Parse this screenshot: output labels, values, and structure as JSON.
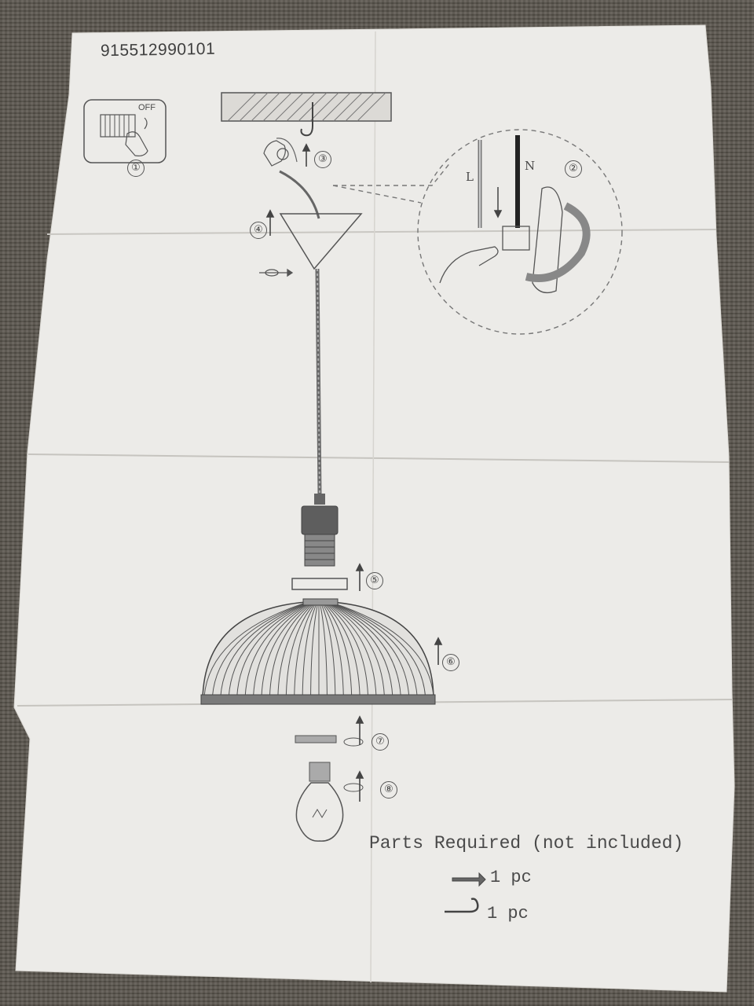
{
  "document": {
    "code": "915512990101",
    "off_label": "OFF",
    "wire_L": "L",
    "wire_N": "N"
  },
  "steps": [
    "①",
    "②",
    "③",
    "④",
    "⑤",
    "⑥",
    "⑦",
    "⑧"
  ],
  "parts": {
    "title": "Parts Required (not included)",
    "items": [
      {
        "icon": "wall-anchor-icon",
        "qty": "1 pc"
      },
      {
        "icon": "ceiling-hook-icon",
        "qty": "1 pc"
      }
    ]
  }
}
